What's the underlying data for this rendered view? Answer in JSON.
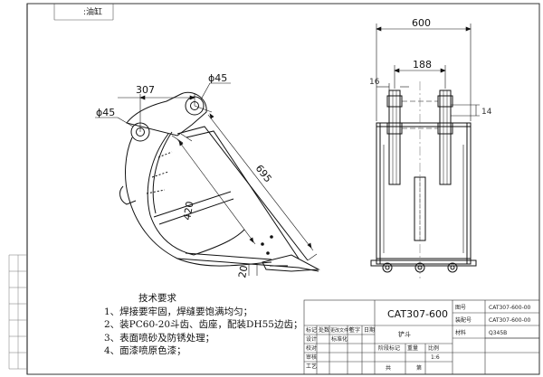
{
  "corner_label": ":油缸",
  "dims": {
    "width_600": "600",
    "width_188": "188",
    "d16": "16",
    "d14": "14",
    "d307": "307",
    "phi45_top": "ϕ45",
    "phi45_left": "ϕ45",
    "d695": "695",
    "d420": "420",
    "d20": "20"
  },
  "requirements": {
    "title": "技术要求",
    "items": [
      "1、焊接要牢固，焊缝要饱满均匀；",
      "2、装PC60-20斗齿、齿座，配装DH55边齿；",
      "3、表面喷砂及防锈处理；",
      "4、面漆喷原色漆；"
    ]
  },
  "title_block": {
    "model": "CAT307-600",
    "part_name": "铲斗",
    "drawing_no_label": "图号",
    "drawing_no": "CAT307-600-00",
    "assembly_label": "装配号",
    "assembly_no": "CAT307-600-00",
    "material_label": "材料",
    "material": "Q345B",
    "header_cells": [
      "标记",
      "处数",
      "更改文件号",
      "签字",
      "日期"
    ],
    "row_labels": [
      "设计",
      "校对",
      "审核",
      "工艺"
    ],
    "std_label": "标准化",
    "stage_label": "阶段标记",
    "weight_label": "重量",
    "scale_label": "比例",
    "scale": "1:6",
    "sheet_label": "共",
    "sheet_of": "第"
  }
}
